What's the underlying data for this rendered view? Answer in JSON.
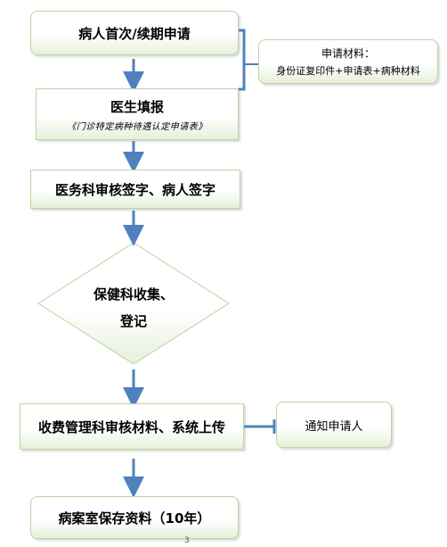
{
  "flow": {
    "step1": "病人首次/续期申请",
    "step2_title": "医生填报",
    "step2_sub": "《门诊特定病种待遇认定申请表》",
    "step3": "医务科审核签字、病人签字",
    "step4_line1": "保健科收集、",
    "step4_line2": "登记",
    "step5": "收费管理科审核材料、系统上传",
    "step6": "病案室保存资料（10年）"
  },
  "notes": {
    "materials_title": "申请材料：",
    "materials_body": "身份证复印件+申请表+病种材料",
    "notify": "通知申请人"
  },
  "footer": {
    "page_number": "3"
  },
  "colors": {
    "arrow": "#4f81bd",
    "border": "#bcd3a2",
    "fill_bottom": "#e6f0da"
  }
}
